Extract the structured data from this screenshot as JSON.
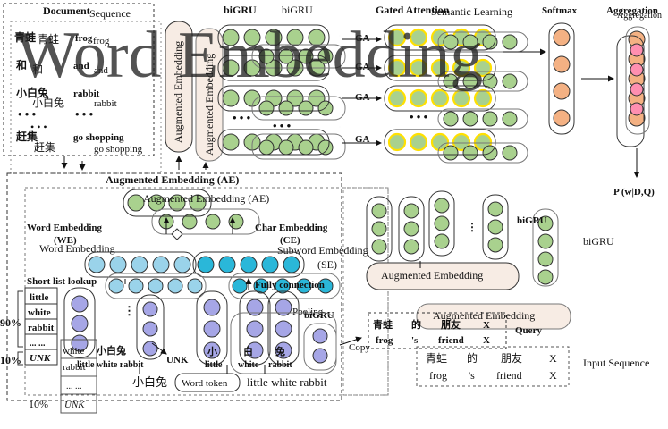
{
  "watermark": "Word Embedding",
  "document": {
    "title": "Document",
    "overlay_title": "Sequence",
    "rows": [
      {
        "zh": "青蛙",
        "zh_ghost": "青蛙",
        "en": "frog",
        "en_ghost": "frog"
      },
      {
        "zh": "和",
        "zh_ghost": "和",
        "en": "and",
        "en_ghost": "and"
      },
      {
        "zh": "小白兔",
        "zh_ghost": "小白兔",
        "en": "rabbit",
        "en_ghost": "rabbit"
      },
      {
        "zh": "赶集",
        "zh_ghost": "赶集",
        "en": "go shopping",
        "en_ghost": "go shopping"
      }
    ],
    "dots": "• • •"
  },
  "left_col": {
    "ae_label": "Augmented Embedding",
    "ae_label2": "Augmented Embedding"
  },
  "bigru_top": {
    "label_bold": "biGRU",
    "label_plain": "biGRU"
  },
  "gated_attention": {
    "label_bold": "Gated Attention",
    "label_overlay": "Semantic Learning",
    "ga": [
      "GA",
      "GA",
      "GA",
      "GA"
    ]
  },
  "softmax": {
    "label": "Softmax"
  },
  "aggregation": {
    "label": "Aggregation",
    "label_overlay": "Aggregation",
    "output": "P (w|D,Q)"
  },
  "ae_block": {
    "title_bold": "Augmented Embedding (AE)",
    "title_plain": "Augmented Embedding (AE)",
    "we_label": "Word Embedding",
    "we_abbr": "(WE)",
    "we_plain": "Word Embedding",
    "ce_label": "Char Embedding",
    "ce_abbr": "(CE)",
    "se_label": "Subword Embedding",
    "se_abbr": "(SE)",
    "fc_label": "Fully connection",
    "pooling_label": "Pooling",
    "bigru_label": "biGRU",
    "short_list_label": "Short list lookup",
    "copy_label": "Copy",
    "unk_label": "UNK",
    "tokens_zh": "小白兔",
    "tokens_en": "little white rabbit",
    "chars": [
      {
        "zh": "小",
        "en": "little"
      },
      {
        "zh": "白",
        "en": "white"
      },
      {
        "zh": "兔",
        "en": "rabbit"
      }
    ],
    "word_token_zh": "小白兔",
    "word_token_label": "Word token",
    "word_token_en": "little white rabbit"
  },
  "vocab_table": {
    "rows": [
      "little",
      "white",
      "rabbit",
      "... ...",
      "UNK"
    ],
    "overlay_rows": [
      "white",
      "rabbit",
      "... ...",
      "UNK"
    ],
    "pct_top": "90%",
    "pct_mid": "10%",
    "pct_bottom": "10%"
  },
  "query": {
    "bigru_label": "biGRU",
    "ae_label": "Augmented Embedding",
    "ae_overlay": "Augmented Embedding",
    "query_label": "Query",
    "zh": [
      "青蛙",
      "的",
      "朋友",
      "X"
    ],
    "en": [
      "frog",
      "'s",
      "friend",
      "X"
    ],
    "input_label": "Input Sequence",
    "input_zh": [
      "青蛙",
      "的",
      "朋友",
      "X"
    ],
    "input_en": [
      "frog",
      "'s",
      "friend",
      "X"
    ],
    "side_bigru": "biGRU"
  },
  "colors": {
    "green": "#a9d18e",
    "yellow_ring": "#ffe000",
    "orange": "#f4b183",
    "pink": "#ff8fb0",
    "purple": "#a6a6e6",
    "cyan": "#2ab7d9",
    "lightblue": "#9ad3ea",
    "ae_fill": "#f7ece4"
  }
}
